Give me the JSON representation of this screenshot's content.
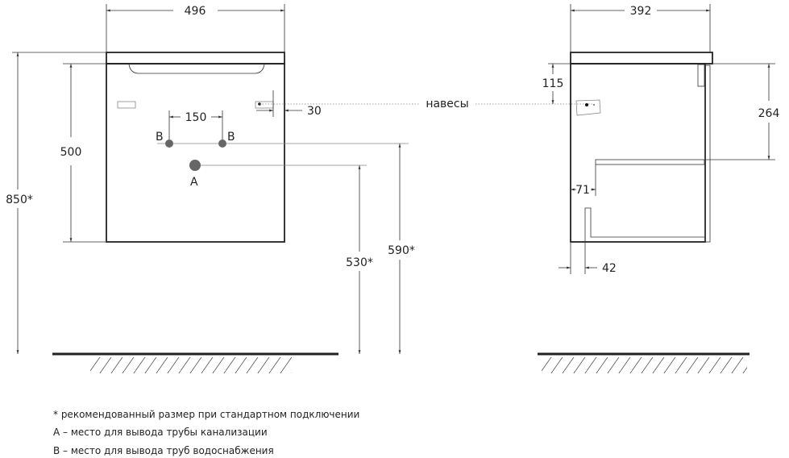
{
  "front_view": {
    "width": "496",
    "height_body": "500",
    "total_height": "850*",
    "pipe_spacing": "150",
    "hinge_offset": "30",
    "drain_height": "530*",
    "supply_height": "590*",
    "label_a": "A",
    "label_b": "B"
  },
  "hinges_label": "навесы",
  "side_view": {
    "depth": "392",
    "hinge_height": "115",
    "shelf_height": "264",
    "shelf_offset": "71",
    "bottom_offset": "42"
  },
  "notes": [
    "* рекомендованный размер при стандартном подключении",
    "А – место для вывода трубы канализации",
    "В – место для вывода труб водоснабжения"
  ],
  "colors": {
    "line": "#222222",
    "pipe": "#666666"
  }
}
